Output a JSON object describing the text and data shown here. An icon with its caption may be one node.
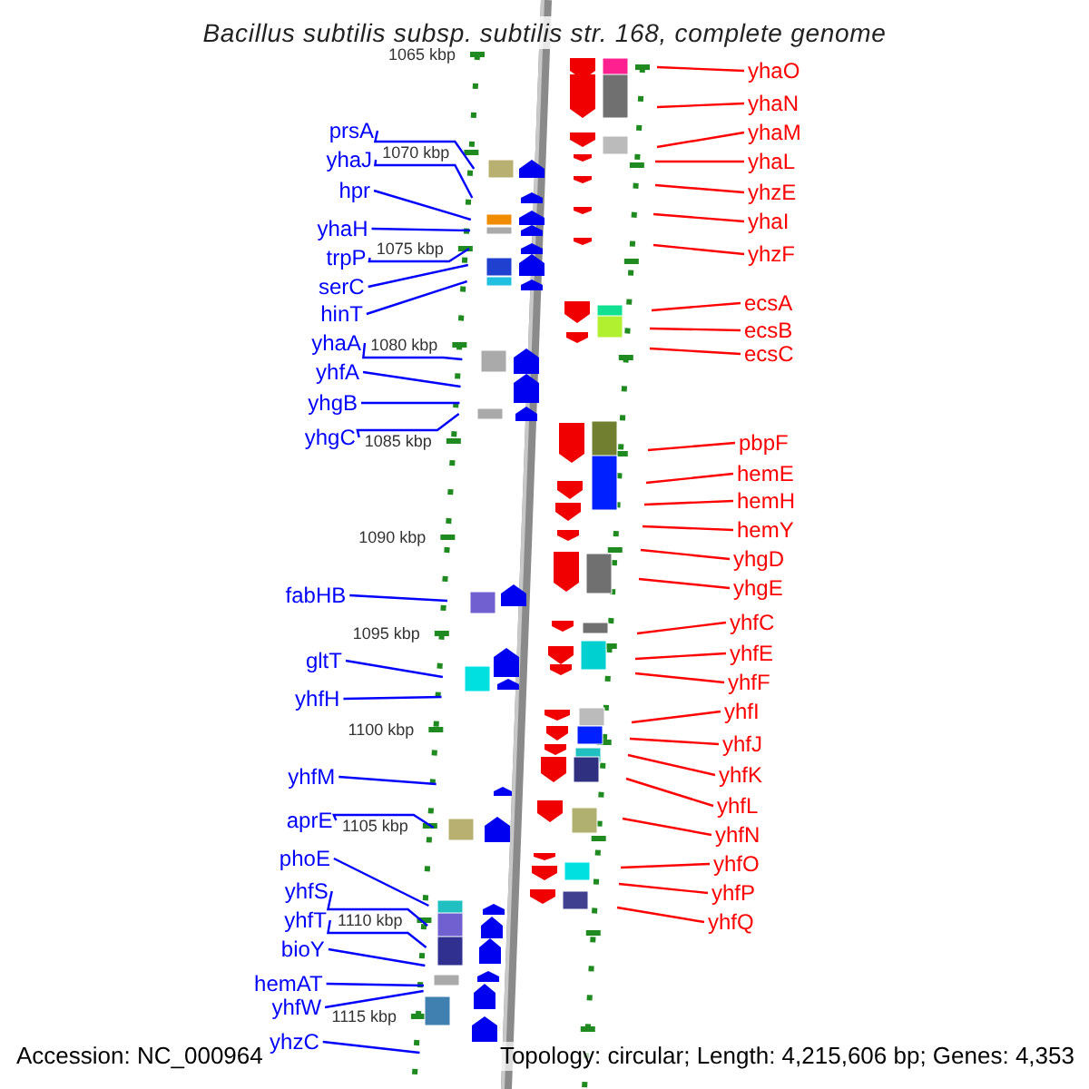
{
  "diagram": {
    "title": "Bacillus subtilis subsp. subtilis str. 168, complete genome",
    "nodes": [
      {
        "text": [
          "prsA"
        ]
      },
      {
        "text": [
          "yhaJ"
        ]
      },
      {
        "text": [
          "hpr"
        ]
      },
      {
        "text": [
          "yhaH"
        ]
      },
      {
        "text": [
          "trpP"
        ]
      },
      {
        "text": [
          "serC"
        ]
      },
      {
        "text": [
          "hinT"
        ]
      },
      {
        "text": [
          "yhaA"
        ]
      },
      {
        "text": [
          "yhfA"
        ]
      },
      {
        "text": [
          "yhgB"
        ]
      },
      {
        "text": [
          "yhgC"
        ]
      },
      {
        "text": [
          "fabHB"
        ]
      },
      {
        "text": [
          "gltT"
        ]
      },
      {
        "text": [
          "yhfH"
        ]
      },
      {
        "text": [
          "yhfM"
        ]
      },
      {
        "text": [
          "aprE"
        ]
      },
      {
        "text": [
          "phoE"
        ]
      },
      {
        "text": [
          "yhfS"
        ]
      },
      {
        "text": [
          "yhfT"
        ]
      },
      {
        "text": [
          "bioY"
        ]
      },
      {
        "text": [
          "hemAT"
        ]
      },
      {
        "text": [
          "yhfW"
        ]
      },
      {
        "text": [
          "yhzC"
        ]
      },
      {
        "text": [
          "yhaO"
        ]
      },
      {
        "text": [
          "yhaN"
        ]
      },
      {
        "text": [
          "yhaM"
        ]
      },
      {
        "text": [
          "yhaL"
        ]
      },
      {
        "text": [
          "yhzE"
        ]
      },
      {
        "text": [
          "yhaI"
        ]
      },
      {
        "text": [
          "yhzF"
        ]
      },
      {
        "text": [
          "ecsA"
        ]
      },
      {
        "text": [
          "ecsB"
        ]
      },
      {
        "text": [
          "ecsC"
        ]
      },
      {
        "text": [
          "pbpF"
        ]
      },
      {
        "text": [
          "hemE"
        ]
      },
      {
        "text": [
          "hemH"
        ]
      },
      {
        "text": [
          "hemY"
        ]
      },
      {
        "text": [
          "yhgD"
        ]
      },
      {
        "text": [
          "yhgE"
        ]
      },
      {
        "text": [
          "yhfC"
        ]
      },
      {
        "text": [
          "yhfE"
        ]
      },
      {
        "text": [
          "yhfF"
        ]
      },
      {
        "text": [
          "yhfI"
        ]
      },
      {
        "text": [
          "yhfJ"
        ]
      },
      {
        "text": [
          "yhfK"
        ]
      },
      {
        "text": [
          "yhfL"
        ]
      },
      {
        "text": [
          "yhfN"
        ]
      },
      {
        "text": [
          "yhfO"
        ]
      },
      {
        "text": [
          "yhfP"
        ]
      },
      {
        "text": [
          "yhfQ"
        ]
      }
    ],
    "edges": [
      {
        "from": 0,
        "to": null,
        "arrow": "none",
        "color": "#0000ff"
      },
      {
        "from": 1,
        "to": null,
        "arrow": "none",
        "color": "#0000ff"
      },
      {
        "from": 2,
        "to": null,
        "arrow": "none",
        "color": "#0000ff"
      },
      {
        "from": 3,
        "to": null,
        "arrow": "none",
        "color": "#0000ff"
      },
      {
        "from": 4,
        "to": null,
        "arrow": "none",
        "color": "#0000ff"
      },
      {
        "from": 5,
        "to": null,
        "arrow": "none",
        "color": "#0000ff"
      },
      {
        "from": 6,
        "to": null,
        "arrow": "none",
        "color": "#0000ff"
      },
      {
        "from": 7,
        "to": null,
        "arrow": "none",
        "color": "#0000ff"
      },
      {
        "from": 8,
        "to": null,
        "arrow": "none",
        "color": "#0000ff"
      },
      {
        "from": 9,
        "to": null,
        "arrow": "none",
        "color": "#0000ff"
      },
      {
        "from": 10,
        "to": null,
        "arrow": "none",
        "color": "#0000ff"
      },
      {
        "from": 11,
        "to": null,
        "arrow": "none",
        "color": "#0000ff"
      },
      {
        "from": 12,
        "to": null,
        "arrow": "none",
        "color": "#0000ff"
      },
      {
        "from": 13,
        "to": null,
        "arrow": "none",
        "color": "#0000ff"
      },
      {
        "from": 14,
        "to": null,
        "arrow": "none",
        "color": "#0000ff"
      },
      {
        "from": 15,
        "to": null,
        "arrow": "none",
        "color": "#0000ff"
      },
      {
        "from": 16,
        "to": null,
        "arrow": "none",
        "color": "#0000ff"
      },
      {
        "from": 17,
        "to": null,
        "arrow": "none",
        "color": "#0000ff"
      },
      {
        "from": 18,
        "to": null,
        "arrow": "none",
        "color": "#0000ff"
      },
      {
        "from": 19,
        "to": null,
        "arrow": "none",
        "color": "#0000ff"
      },
      {
        "from": 20,
        "to": null,
        "arrow": "none",
        "color": "#0000ff"
      },
      {
        "from": 21,
        "to": null,
        "arrow": "none",
        "color": "#0000ff"
      },
      {
        "from": 22,
        "to": null,
        "arrow": "none",
        "color": "#0000ff"
      },
      {
        "from": 23,
        "to": null,
        "arrow": "none"
      },
      {
        "from": 24,
        "to": null,
        "arrow": "none"
      },
      {
        "from": 25,
        "to": null,
        "arrow": "none"
      },
      {
        "from": 26,
        "to": null,
        "arrow": "none"
      },
      {
        "from": 27,
        "to": null,
        "arrow": "none"
      },
      {
        "from": 28,
        "to": null,
        "arrow": "none"
      },
      {
        "from": 29,
        "to": null,
        "arrow": "none"
      },
      {
        "from": 30,
        "to": null,
        "arrow": "none"
      },
      {
        "from": 31,
        "to": null,
        "arrow": "none"
      },
      {
        "from": 32,
        "to": null,
        "arrow": "none"
      },
      {
        "from": 33,
        "to": null,
        "arrow": "none"
      },
      {
        "from": 34,
        "to": null,
        "arrow": "none"
      },
      {
        "from": 35,
        "to": null,
        "arrow": "none"
      },
      {
        "from": 36,
        "to": null,
        "arrow": "none"
      },
      {
        "from": 37,
        "to": null,
        "arrow": "none"
      },
      {
        "from": 38,
        "to": null,
        "arrow": "none"
      },
      {
        "from": 39,
        "to": null,
        "arrow": "none"
      },
      {
        "from": 40,
        "to": null,
        "arrow": "none"
      },
      {
        "from": 41,
        "to": null,
        "arrow": "none"
      },
      {
        "from": 42,
        "to": null,
        "arrow": "none"
      },
      {
        "from": 43,
        "to": null,
        "arrow": "none"
      },
      {
        "from": 44,
        "to": null,
        "arrow": "none"
      },
      {
        "from": 45,
        "to": null,
        "arrow": "none"
      },
      {
        "from": 46,
        "to": null,
        "arrow": "none"
      },
      {
        "from": 47,
        "to": null,
        "arrow": "none"
      },
      {
        "from": 48,
        "to": null,
        "arrow": "none"
      },
      {
        "from": 49,
        "to": null,
        "arrow": "none"
      }
    ],
    "labels": [
      "1065 kbp",
      "1070 kbp",
      "1075 kbp",
      "1080 kbp",
      "1085 kbp",
      "1090 kbp",
      "1095 kbp",
      "1100 kbp",
      "1105 kbp",
      "1110 kbp",
      "1115 kbp",
      "Accession: NC_000964",
      "Topology: circular; Length: 4,215,606 bp; Genes: 4,353"
    ]
  }
}
